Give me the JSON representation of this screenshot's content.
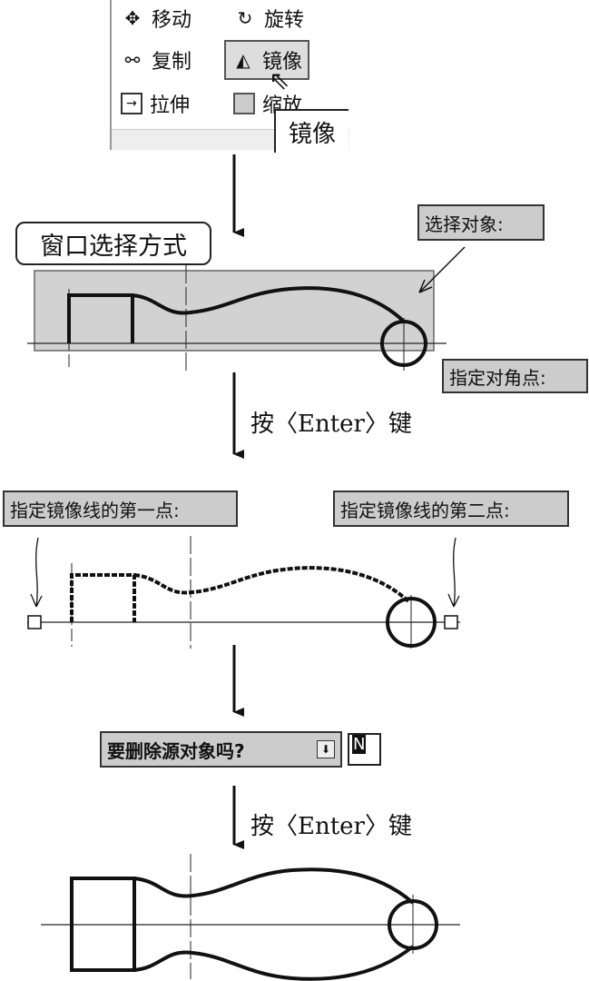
{
  "ribbon": {
    "items": [
      {
        "label": "移动",
        "icon": "move-icon"
      },
      {
        "label": "旋转",
        "icon": "rotate-icon"
      },
      {
        "label": "复制",
        "icon": "copy-icon"
      },
      {
        "label": "镜像",
        "icon": "mirror-icon",
        "active": true
      },
      {
        "label": "拉伸",
        "icon": "stretch-icon"
      },
      {
        "label": "缩放",
        "icon": "scale-icon"
      }
    ],
    "tooltip": "镜像"
  },
  "step1": {
    "method_label": "窗口选择方式",
    "select_prompt": "选择对象:",
    "corner_prompt": "指定对角点:"
  },
  "step2": {
    "action": "按〈Enter〉键",
    "first_point_prompt": "指定镜像线的第一点:",
    "second_point_prompt": "指定镜像线的第二点:"
  },
  "step3": {
    "delete_prompt": "要删除源对象吗?",
    "answer": "N"
  },
  "step4": {
    "action": "按〈Enter〉键"
  }
}
